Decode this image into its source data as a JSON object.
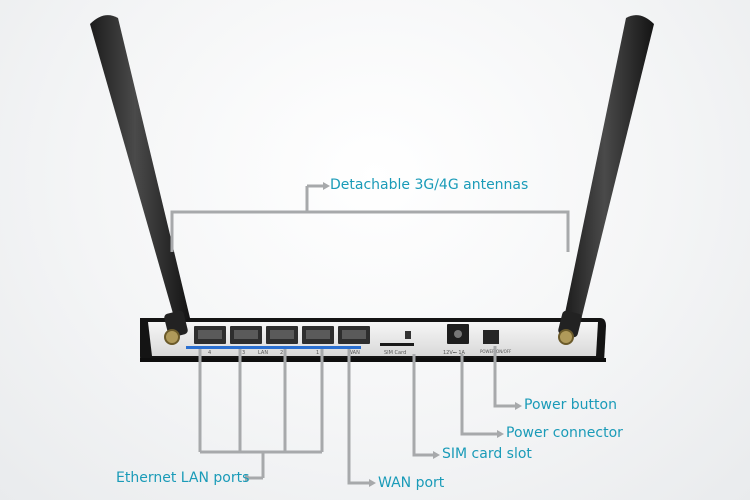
{
  "figure": {
    "title": "",
    "callouts": {
      "antennas": "Detachable 3G/4G antennas",
      "power_button": "Power button",
      "power_connector": "Power connector",
      "sim_slot": "SIM card slot",
      "lan_ports": "Ethernet LAN ports",
      "wan_port": "WAN port"
    },
    "panel_labels": {
      "lan": "LAN",
      "wan": "WAN",
      "port_4": "4",
      "port_3": "3",
      "port_2": "2",
      "port_1": "1",
      "sim": "SIM Card",
      "power_rating": "12V⎓ 1A",
      "power_switch": "POWER ON/OFF"
    },
    "colors": {
      "accent": "#1a9bb8",
      "leader": "#a7a9ab",
      "antenna": "#2a2a2a",
      "panel_blue": "#2a6fd0"
    }
  }
}
